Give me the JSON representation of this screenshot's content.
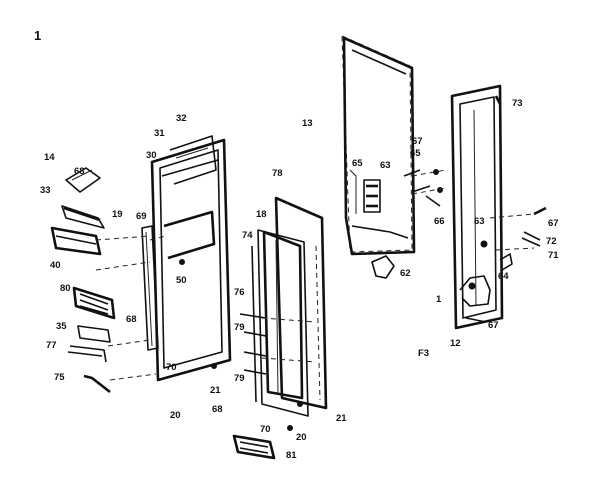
{
  "figure_number": "1",
  "labels": [
    {
      "id": "l32",
      "text": "32"
    },
    {
      "id": "l31",
      "text": "31"
    },
    {
      "id": "l30",
      "text": "30"
    },
    {
      "id": "l14",
      "text": "14"
    },
    {
      "id": "l68a",
      "text": "68"
    },
    {
      "id": "l33",
      "text": "33"
    },
    {
      "id": "l19",
      "text": "19"
    },
    {
      "id": "l69",
      "text": "69"
    },
    {
      "id": "l40",
      "text": "40"
    },
    {
      "id": "l50",
      "text": "50"
    },
    {
      "id": "l80",
      "text": "80"
    },
    {
      "id": "l68b",
      "text": "68"
    },
    {
      "id": "l35",
      "text": "35"
    },
    {
      "id": "l77",
      "text": "77"
    },
    {
      "id": "l75",
      "text": "75"
    },
    {
      "id": "l70a",
      "text": "70"
    },
    {
      "id": "l21a",
      "text": "21"
    },
    {
      "id": "l20",
      "text": "20"
    },
    {
      "id": "l68c",
      "text": "68"
    },
    {
      "id": "l78a",
      "text": "78"
    },
    {
      "id": "l18",
      "text": "18"
    },
    {
      "id": "l74",
      "text": "74"
    },
    {
      "id": "l76",
      "text": "76"
    },
    {
      "id": "l79a",
      "text": "79"
    },
    {
      "id": "l79b",
      "text": "79"
    },
    {
      "id": "l70b",
      "text": "70"
    },
    {
      "id": "l20b",
      "text": "20"
    },
    {
      "id": "l21b",
      "text": "21"
    },
    {
      "id": "l81",
      "text": "81"
    },
    {
      "id": "l13",
      "text": "13"
    },
    {
      "id": "l65a",
      "text": "65"
    },
    {
      "id": "l63a",
      "text": "63"
    },
    {
      "id": "l67a",
      "text": "67"
    },
    {
      "id": "l65b",
      "text": "65"
    },
    {
      "id": "l66",
      "text": "66"
    },
    {
      "id": "l62",
      "text": "62"
    },
    {
      "id": "l73",
      "text": "73"
    },
    {
      "id": "l63b",
      "text": "63"
    },
    {
      "id": "l67b",
      "text": "67"
    },
    {
      "id": "l72",
      "text": "72"
    },
    {
      "id": "l71",
      "text": "71"
    },
    {
      "id": "l64",
      "text": "64"
    },
    {
      "id": "l1",
      "text": "1"
    },
    {
      "id": "l67c",
      "text": "67"
    },
    {
      "id": "l12",
      "text": "12"
    },
    {
      "id": "lF3",
      "text": "F3"
    }
  ]
}
